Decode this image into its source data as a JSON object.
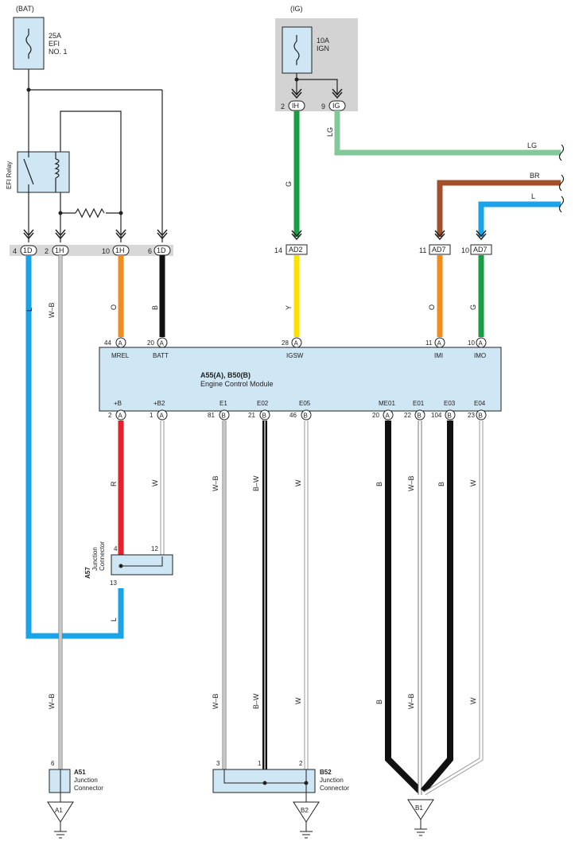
{
  "colors": {
    "L": "#1aa3e8",
    "WB_border": "#777777",
    "O": "#f28c1e",
    "B": "#111111",
    "G": "#1a9e45",
    "Y": "#ffe100",
    "LG": "#82c99a",
    "BR": "#a0512c",
    "R": "#e52229",
    "W_border": "#999999",
    "module_fill": "#cfe6f5",
    "connector_band": "#d8d8d8",
    "ig_box": "#d3d3d3"
  },
  "power": {
    "bat_label": "(BAT)",
    "ig_label": "(IG)",
    "fuse1": {
      "rating": "25A",
      "name1": "EFI",
      "name2": "NO. 1"
    },
    "fuse2": {
      "rating": "10A",
      "name1": "IGN"
    },
    "efi_relay": "EFI Relay"
  },
  "top_connectors": [
    {
      "pin": "4",
      "code": "1D"
    },
    {
      "pin": "2",
      "code": "1H"
    },
    {
      "pin": "10",
      "code": "1H"
    },
    {
      "pin": "6",
      "code": "1D"
    }
  ],
  "ig_connectors": [
    {
      "pin": "2",
      "code": "IH"
    },
    {
      "pin": "9",
      "code": "IG"
    }
  ],
  "mid_connectors": [
    {
      "pin": "14",
      "code": "AD2"
    },
    {
      "pin": "11",
      "code": "AD7"
    },
    {
      "pin": "10",
      "code": "AD7"
    }
  ],
  "wire_labels": {
    "l_left": "L",
    "wb_left": "W–B",
    "o_mrel": "O",
    "b_batt": "B",
    "g_igsw": "G",
    "y_igsw": "Y",
    "lg_ig": "LG",
    "lg_right": "LG",
    "br_right": "BR",
    "l_right": "L",
    "o_imi": "O",
    "g_imo": "G",
    "r_b": "R",
    "w_b2": "W",
    "wb_e1": "W–B",
    "bw_e02": "B–W",
    "w_e05": "W",
    "b_me01": "B",
    "wb_e01": "W–B",
    "b_e03": "B",
    "w_e04": "W",
    "l_bottom": "L",
    "wb_lower": "W–B",
    "wb_e1_lower": "W–B",
    "bw_e02_lower": "B–W",
    "w_e05_lower": "W",
    "b_me01_lower": "B",
    "wb_e01_lower": "W–B",
    "w_e04_lower": "W"
  },
  "ecm": {
    "title": "A55(A), B50(B)",
    "subtitle": "Engine Control Module",
    "top_pins": [
      {
        "num": "44",
        "conn": "A",
        "name": "MREL"
      },
      {
        "num": "20",
        "conn": "A",
        "name": "BATT"
      },
      {
        "num": "28",
        "conn": "A",
        "name": "IGSW"
      },
      {
        "num": "11",
        "conn": "A",
        "name": "IMI"
      },
      {
        "num": "10",
        "conn": "A",
        "name": "IMO"
      }
    ],
    "bottom_pins": [
      {
        "num": "2",
        "conn": "A",
        "name": "+B"
      },
      {
        "num": "1",
        "conn": "A",
        "name": "+B2"
      },
      {
        "num": "81",
        "conn": "B",
        "name": "E1"
      },
      {
        "num": "21",
        "conn": "B",
        "name": "E02"
      },
      {
        "num": "46",
        "conn": "B",
        "name": "E05"
      },
      {
        "num": "20",
        "conn": "A",
        "name": "ME01"
      },
      {
        "num": "22",
        "conn": "B",
        "name": "E01"
      },
      {
        "num": "104",
        "conn": "B",
        "name": "E03"
      },
      {
        "num": "23",
        "conn": "B",
        "name": "E04"
      }
    ]
  },
  "a57": {
    "id": "A57",
    "line1": "Junction",
    "line2": "Connector",
    "pin4": "4",
    "pin12": "12",
    "pin13": "13"
  },
  "a51": {
    "id": "A51",
    "line1": "Junction",
    "line2": "Connector",
    "pin": "6",
    "ground": "A1"
  },
  "b52": {
    "id": "B52",
    "line1": "Junction",
    "line2": "Connector",
    "pin3": "3",
    "pin1": "1",
    "pin2": "2",
    "ground": "B2"
  },
  "ground_b1": "B1"
}
